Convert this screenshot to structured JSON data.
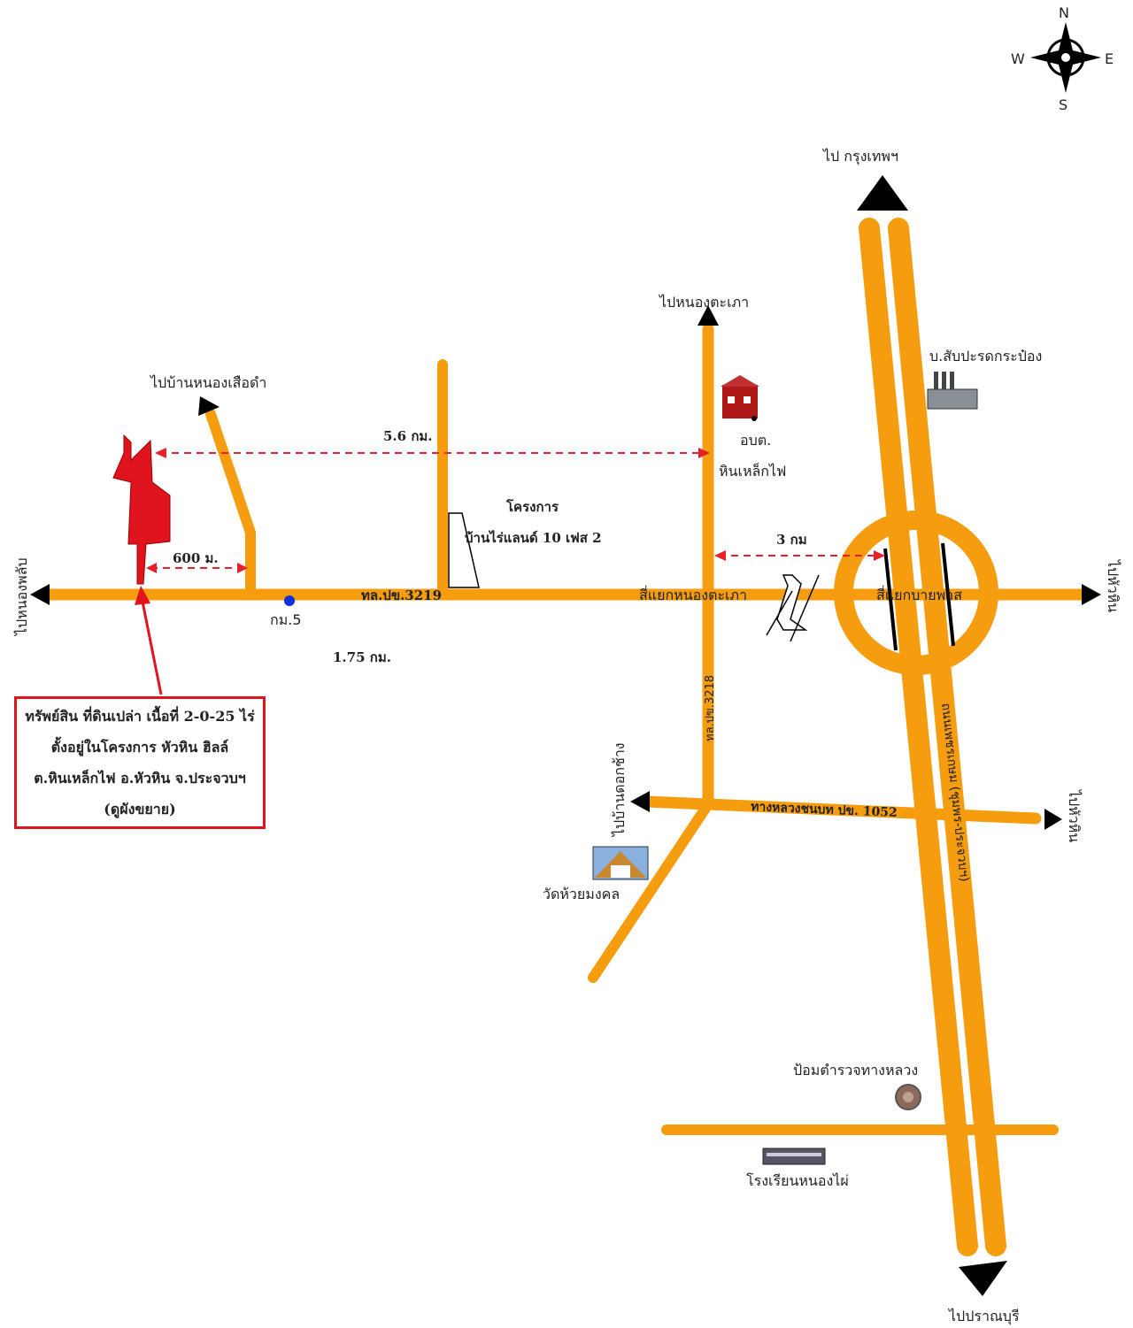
{
  "compass": {
    "n": "N",
    "s": "S",
    "e": "E",
    "w": "W"
  },
  "directions": {
    "to_bangkok": "ไป กรุงเทพฯ",
    "to_pranburi": "ไปปราณบุรี",
    "to_nong_takhao": "ไปหนองตะเภา",
    "to_ban_nong_suea_dam": "ไปบ้านหนองเสือดำ",
    "to_nong_phlap": "ไปหนองพลับ",
    "to_hua_hin_east": "ไปหัวหิน",
    "to_ban_dok_chang": "ไปบ้านดอกช้าง",
    "to_hua_hin_1052": "ไปหัวหิน"
  },
  "roads": {
    "main": "ทล.ปข.3219",
    "vertical": "ทล.ปข.3218",
    "rural": "ทางหลวงชนบท ปข. 1052",
    "highway": "ถนนเพชรเกษม (ชุมพร-ประจวบฯ)"
  },
  "junctions": {
    "nong_takhao": "สี่แยกหนองตะเภา",
    "bai_phat": "สี่แยกบายพาส"
  },
  "distances": {
    "d_5_6": "5.6 กม.",
    "d_600": "600 ม.",
    "d_3": "3 กม",
    "d_1_75": "1.75 กม.",
    "km5": "กม.5"
  },
  "landmarks": {
    "project_line1": "โครงการ",
    "project_line2": "บ้านไร่แลนด์ 10 เฟส 2",
    "obt_line1": "อบต.",
    "obt_line2": "หินเหล็กไฟ",
    "factory": "บ.สับปะรดกระป๋อง",
    "temple": "วัดห้วยมงคล",
    "police": "ป้อมตำรวจทางหลวง",
    "school": "โรงเรียนหนองไผ่"
  },
  "property_box": {
    "line1": "ทรัพย์สิน ที่ดินเปล่า เนื้อที่ 2-0-25 ไร่",
    "line2": "ตั้งอยู่ในโครงการ หัวหิน ฮิลล์",
    "line3": "ต.หินเหล็กไฟ อ.หัวหิน จ.ประจวบฯ",
    "line4": "(ดูผังขยาย)"
  },
  "colors": {
    "road": "#f59c0f",
    "property": "#e0141e"
  }
}
